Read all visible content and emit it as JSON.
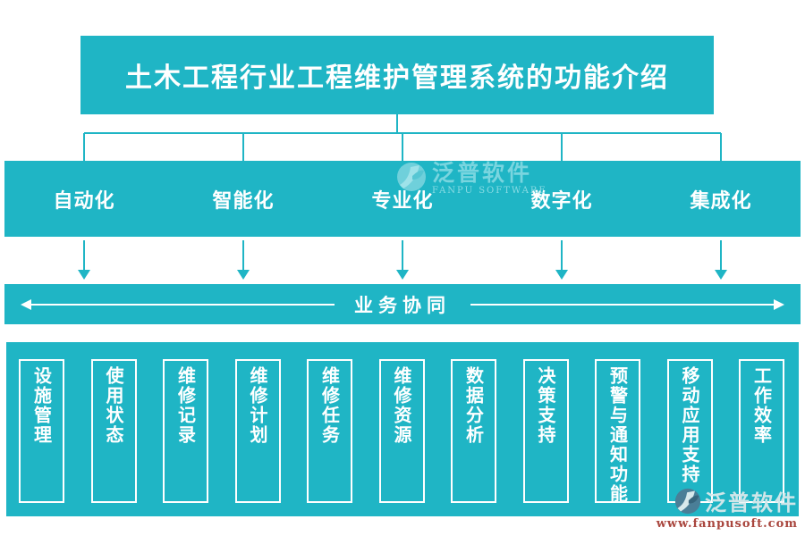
{
  "colors": {
    "teal": "#1fb5c5",
    "white": "#ffffff",
    "watermark_light": "#79d5df",
    "url_red": "#a9463e"
  },
  "title": "土木工程行业工程维护管理系统的功能介绍",
  "features": {
    "items": [
      {
        "label": "自动化"
      },
      {
        "label": "智能化"
      },
      {
        "label": "专业化"
      },
      {
        "label": "数字化"
      },
      {
        "label": "集成化"
      }
    ]
  },
  "collab_label": "业务协同",
  "modules": {
    "items": [
      "设施管理",
      "使用状态",
      "维修记录",
      "维修计划",
      "维修任务",
      "维修资源",
      "数据分析",
      "决策支持",
      "预警与通知功能",
      "移动应用支持",
      "工作效率"
    ]
  },
  "watermark_center": {
    "icon": "fanpu-logo-icon",
    "brand": "泛普软件",
    "subtitle": "FANPU SOFTWARE"
  },
  "watermark_bottom": {
    "icon": "fanpu-logo-icon",
    "brand": "泛普软件",
    "url": "www.fanpusoft.com"
  }
}
